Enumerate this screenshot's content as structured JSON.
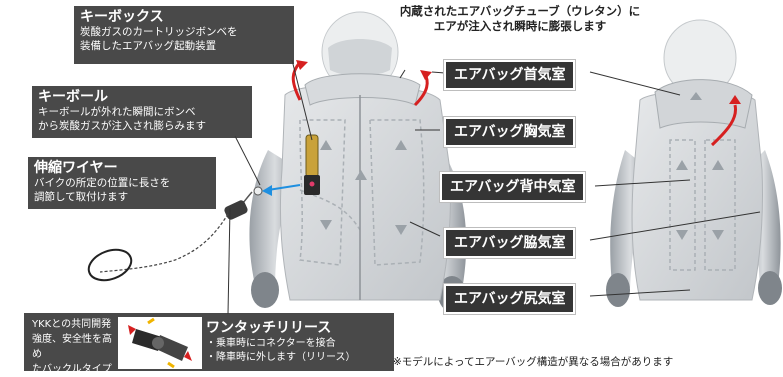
{
  "header_note": "内蔵されたエアバッグチューブ（ウレタン）に\nエアが注入され瞬時に膨張します",
  "callouts": {
    "keybox": {
      "title": "キーボックス",
      "desc": "炭酸ガスのカートリッジボンベを\n装備したエアバッグ起動装置"
    },
    "keyball": {
      "title": "キーボール",
      "desc": "キーボールが外れた瞬間にボンベ\nから炭酸ガスが注入され膨らみます"
    },
    "wire": {
      "title": "伸縮ワイヤー",
      "desc": "バイクの所定の位置に長さを\n調節して取付けます"
    }
  },
  "chambers": [
    {
      "label": "エアバッグ首気室"
    },
    {
      "label": "エアバッグ胸気室"
    },
    {
      "label": "エアバッグ背中気室"
    },
    {
      "label": "エアバッグ脇気室"
    },
    {
      "label": "エアバッグ尻気室"
    }
  ],
  "release": {
    "ykk_text": "YKKとの共同開発\n強度、安全性を高め\nたバックルタイプ",
    "title": "ワンタッチリリース",
    "desc": "・乗車時にコネクターを接合\n・降車時に外します（リリース）"
  },
  "footer_note": "※モデルによってエアーバッグ構造が異なる場合があります",
  "colors": {
    "box_bg": "#3a3a3a",
    "arrow_red": "#d62020",
    "arrow_blue": "#1e8fe0",
    "vest_gray": "#c9ccd0"
  }
}
